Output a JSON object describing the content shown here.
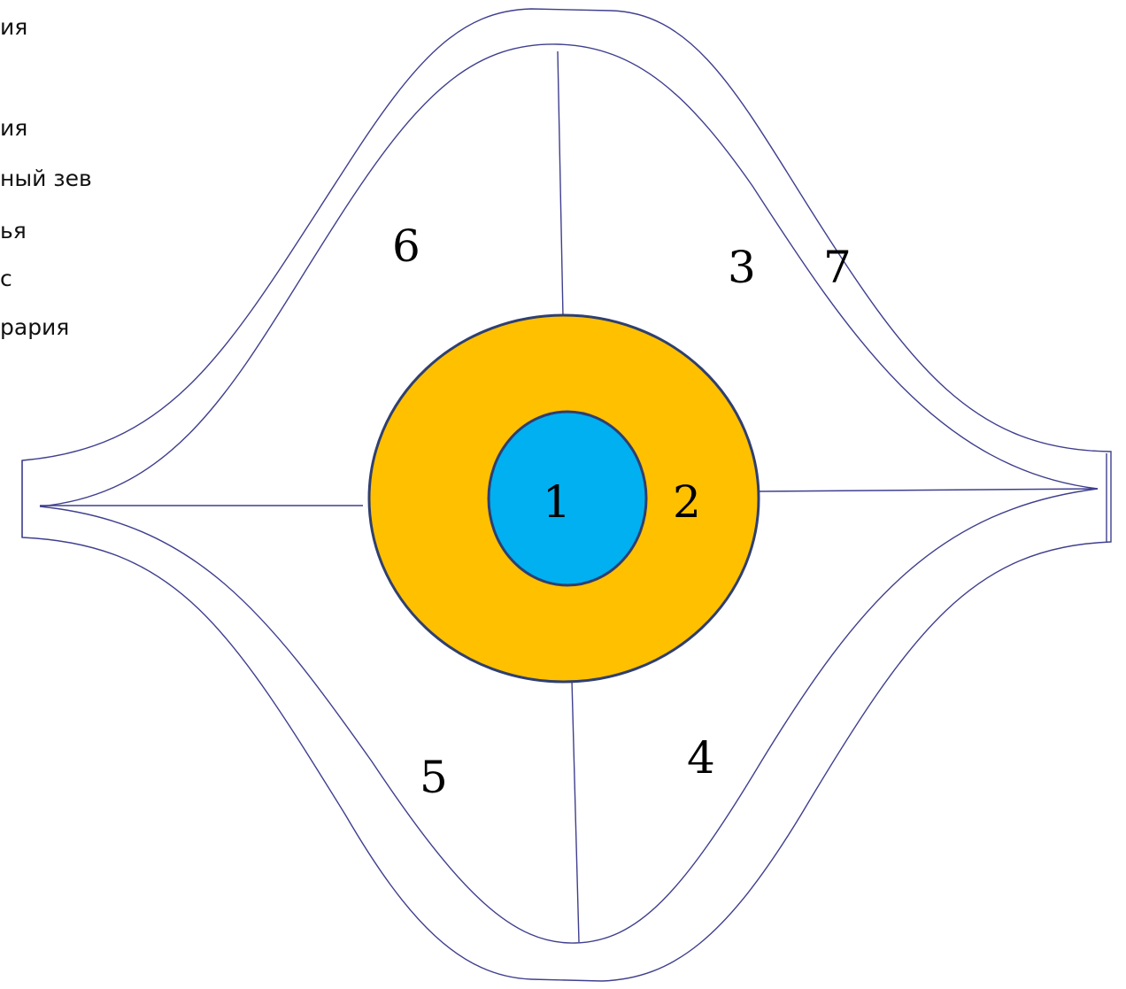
{
  "legend": {
    "items": [
      "ия",
      "ия",
      "ный зев",
      "ья",
      "с",
      "рария"
    ]
  },
  "diagram": {
    "labels": {
      "n1": "1",
      "n2": "2",
      "n3": "3",
      "n4": "4",
      "n5": "5",
      "n6": "6",
      "n7": "7"
    },
    "colors": {
      "outline": "#3f3f8f",
      "inner_fill": "#00b0f0",
      "outer_fill": "#ffc000",
      "circle_stroke": "#2f3f6f"
    }
  }
}
